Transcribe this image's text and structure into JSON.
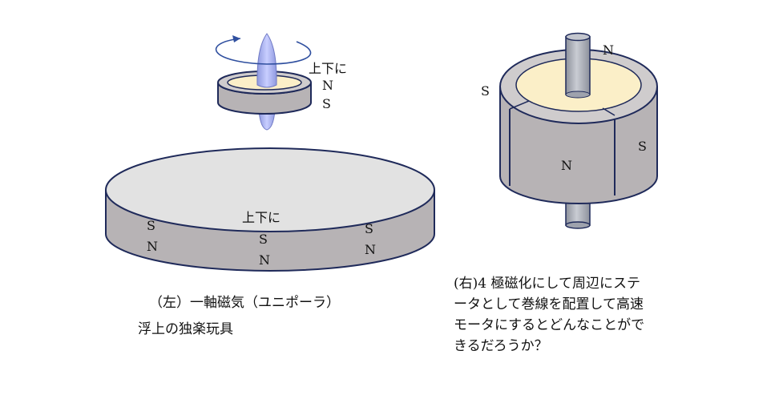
{
  "left": {
    "small_ring": {
      "label": "上下に",
      "pole_top": "N",
      "pole_bottom": "S"
    },
    "big_disc": {
      "label": "上下に",
      "poles": [
        {
          "top": "S",
          "bottom": "N"
        },
        {
          "top": "S",
          "bottom": "N"
        },
        {
          "top": "S",
          "bottom": "N"
        }
      ]
    },
    "caption_line1": "（左）一軸磁気（ユニポーラ）",
    "caption_line2": "浮上の独楽玩具"
  },
  "right": {
    "pole_top_n": "N",
    "pole_left_s": "S",
    "pole_front_n": "N",
    "pole_right_s": "S",
    "caption_lines": [
      "(右)4 極磁化にして周辺にステ",
      "ータとして巻線を配置して高速",
      "モータにするとどんなことがで",
      "きるだろうか？"
    ]
  },
  "colors": {
    "magnet_side": "#b7b3b5",
    "magnet_top": "#cfcccd",
    "disc_top": "#e2e2e2",
    "core": "#fbefc8",
    "outline": "#1f2a5a",
    "spindle": "#a9b1e8",
    "shaft": "#a5a9b4"
  }
}
